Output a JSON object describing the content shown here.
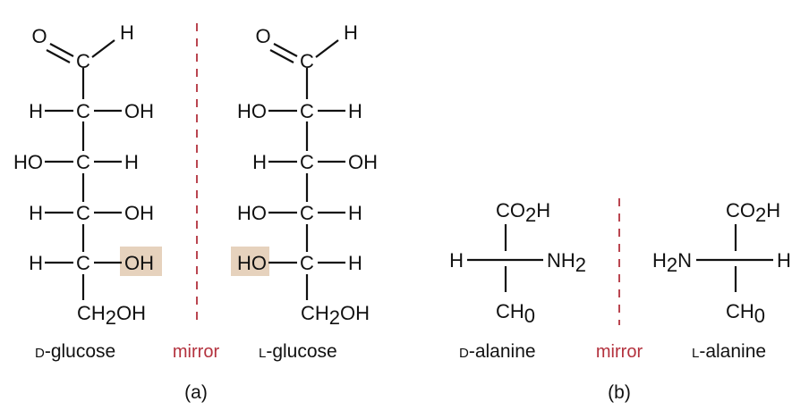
{
  "colors": {
    "mirror": "#b3313d",
    "highlight": "#e6d2bd",
    "ink": "#111111"
  },
  "glucose": {
    "d": {
      "O": "O",
      "C1": "C",
      "H1": "H",
      "C2L": "H",
      "C2": "C",
      "C2R": "OH",
      "C3L": "HO",
      "C3": "C",
      "C3R": "H",
      "C4L": "H",
      "C4": "C",
      "C4R": "OH",
      "C5L": "H",
      "C5": "C",
      "C5R": "OH",
      "bottom": "CH",
      "bottom_sub": "2",
      "bottom_tail": "OH",
      "name_prefix": "D",
      "name": "-glucose"
    },
    "l": {
      "O": "O",
      "C1": "C",
      "H1": "H",
      "C2L": "HO",
      "C2": "C",
      "C2R": "H",
      "C3L": "H",
      "C3": "C",
      "C3R": "OH",
      "C4L": "HO",
      "C4": "C",
      "C4R": "H",
      "C5L": "HO",
      "C5": "C",
      "C5R": "H",
      "bottom": "CH",
      "bottom_sub": "2",
      "bottom_tail": "OH",
      "name_prefix": "L",
      "name": "-glucose"
    },
    "mirror_label": "mirror",
    "panel_label": "(a)"
  },
  "alanine": {
    "d": {
      "top": "CO",
      "top_sub": "2",
      "top_tail": "H",
      "left": "H",
      "right": "NH",
      "right_sub": "2",
      "bottom": "CH",
      "bottom_sub": "0",
      "name_prefix": "D",
      "name": "-alanine"
    },
    "l": {
      "top": "CO",
      "top_sub": "2",
      "top_tail": "H",
      "left": "H",
      "left_sub": "2",
      "left_tail": "N",
      "right": "H",
      "bottom": "CH",
      "bottom_sub": "0",
      "name_prefix": "L",
      "name": "-alanine"
    },
    "mirror_label": "mirror",
    "panel_label": "(b)"
  }
}
